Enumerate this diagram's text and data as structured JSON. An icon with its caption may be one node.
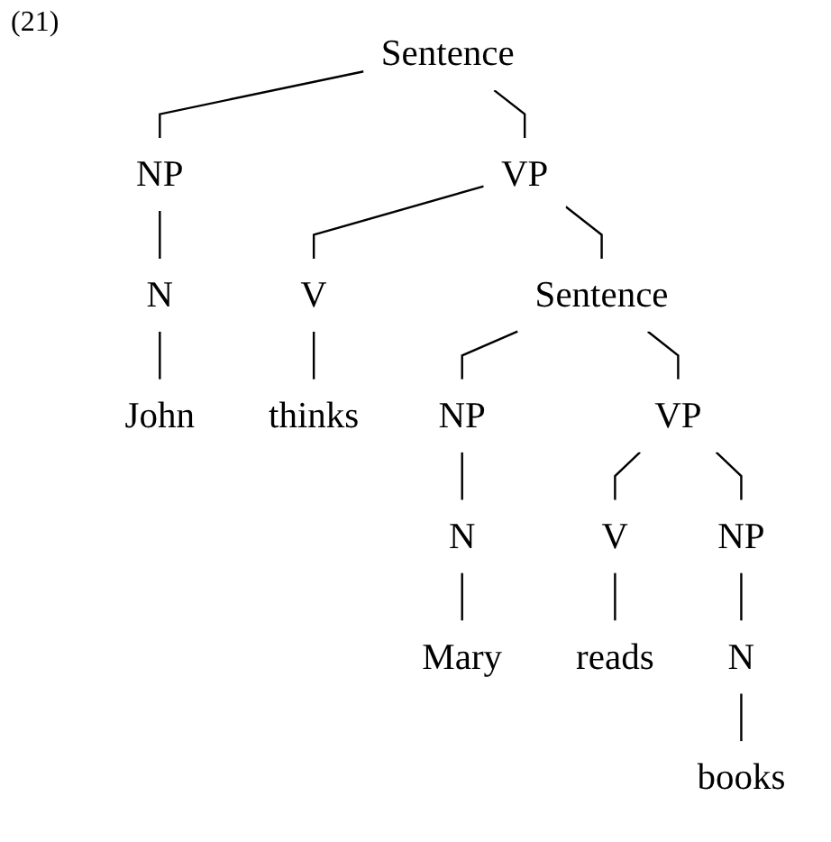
{
  "diagram": {
    "nodes": [
      {
        "text": [
          "Sentence"
        ]
      },
      {
        "text": [
          "NP"
        ]
      },
      {
        "text": [
          "VP"
        ]
      },
      {
        "text": [
          "N"
        ]
      },
      {
        "text": [
          "V"
        ]
      },
      {
        "text": [
          "Sentence"
        ]
      },
      {
        "text": [
          "John"
        ]
      },
      {
        "text": [
          "thinks"
        ]
      },
      {
        "text": [
          "NP"
        ]
      },
      {
        "text": [
          "VP"
        ]
      },
      {
        "text": [
          "N"
        ]
      },
      {
        "text": [
          "V"
        ]
      },
      {
        "text": [
          "NP"
        ]
      },
      {
        "text": [
          "Mary"
        ]
      },
      {
        "text": [
          "reads"
        ]
      },
      {
        "text": [
          "N"
        ]
      },
      {
        "text": [
          "books"
        ]
      }
    ],
    "edges": [
      {
        "from": 0,
        "to": 1,
        "arrow": "none"
      },
      {
        "from": 0,
        "to": 2,
        "arrow": "none"
      },
      {
        "from": 1,
        "to": 3,
        "arrow": "none"
      },
      {
        "from": 2,
        "to": 4,
        "arrow": "none"
      },
      {
        "from": 2,
        "to": 5,
        "arrow": "none"
      },
      {
        "from": 3,
        "to": 6,
        "arrow": "none"
      },
      {
        "from": 4,
        "to": 7,
        "arrow": "none"
      },
      {
        "from": 5,
        "to": 8,
        "arrow": "none"
      },
      {
        "from": 5,
        "to": 9,
        "arrow": "none"
      },
      {
        "from": 8,
        "to": 10,
        "arrow": "none"
      },
      {
        "from": 9,
        "to": 11,
        "arrow": "none"
      },
      {
        "from": 9,
        "to": 12,
        "arrow": "none"
      },
      {
        "from": 10,
        "to": 13,
        "arrow": "none"
      },
      {
        "from": 11,
        "to": 14,
        "arrow": "none"
      },
      {
        "from": 12,
        "to": 15,
        "arrow": "none"
      },
      {
        "from": 15,
        "to": 16,
        "arrow": "none"
      }
    ],
    "labels": [
      "(21)"
    ]
  }
}
